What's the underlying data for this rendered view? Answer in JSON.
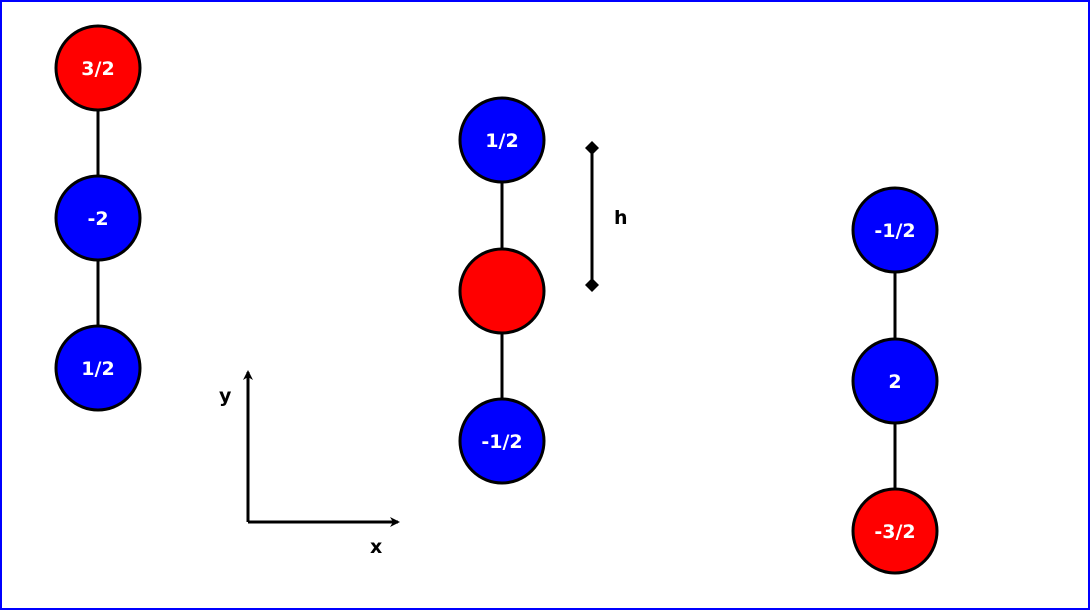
{
  "colors": {
    "blue": "#0000ff",
    "red": "#ff0000",
    "stroke": "#000000",
    "label": "#ffffff",
    "frame": "#0000ff"
  },
  "molecules": [
    {
      "name": "left",
      "atoms": [
        {
          "label": "3/2",
          "color": "red"
        },
        {
          "label": "-2",
          "color": "blue"
        },
        {
          "label": "1/2",
          "color": "blue"
        }
      ]
    },
    {
      "name": "middle",
      "atoms": [
        {
          "label": "1/2",
          "color": "blue"
        },
        {
          "label": "",
          "color": "red"
        },
        {
          "label": "-1/2",
          "color": "blue"
        }
      ]
    },
    {
      "name": "right",
      "atoms": [
        {
          "label": "-1/2",
          "color": "blue"
        },
        {
          "label": "2",
          "color": "blue"
        },
        {
          "label": "-3/2",
          "color": "red"
        }
      ]
    }
  ],
  "spacing_label": "h",
  "axes": {
    "x_label": "x",
    "y_label": "y"
  }
}
